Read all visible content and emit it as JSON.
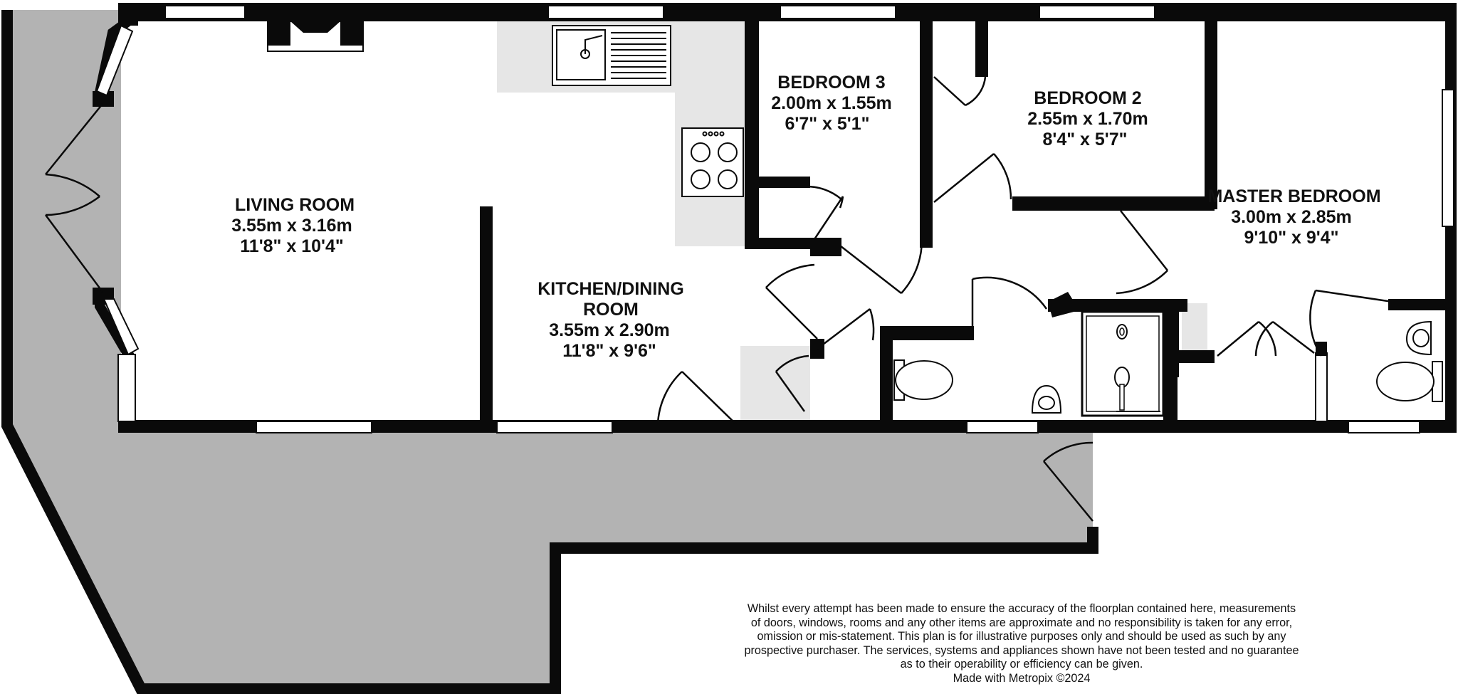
{
  "colors": {
    "wall": "#0a0a0a",
    "terrace": "#b3b3b3",
    "floor": "#ffffff",
    "kitchen_counter": "#e6e6e6",
    "window_glass": "#ffffff"
  },
  "rooms": {
    "living_room": {
      "name": "LIVING ROOM",
      "metric": "3.55m  x 3.16m",
      "imperial": "11'8\"  x 10'4\""
    },
    "kitchen_dining": {
      "name_line1": "KITCHEN/DINING",
      "name_line2": "ROOM",
      "metric": "3.55m  x 2.90m",
      "imperial": "11'8\"  x 9'6\""
    },
    "bedroom_3": {
      "name": "BEDROOM 3",
      "metric": "2.00m  x 1.55m",
      "imperial": "6'7\"  x 5'1\""
    },
    "bedroom_2": {
      "name": "BEDROOM 2",
      "metric": "2.55m  x 1.70m",
      "imperial": "8'4\"  x 5'7\""
    },
    "master_bedroom": {
      "name": "MASTER BEDROOM",
      "metric": "3.00m  x 2.85m",
      "imperial": "9'10\"  x 9'4\""
    }
  },
  "disclaimer": {
    "lines": [
      "Whilst every attempt has been made to ensure the accuracy of the floorplan contained here, measurements",
      "of doors, windows, rooms and any other items are approximate and no responsibility is taken for any error,",
      "omission or mis-statement. This plan is for illustrative purposes only and should be used as such by any",
      "prospective purchaser. The services, systems and appliances shown have not been tested and no guarantee",
      "as to their operability or efficiency can be given."
    ],
    "credit": "Made with Metropix ©2024"
  }
}
